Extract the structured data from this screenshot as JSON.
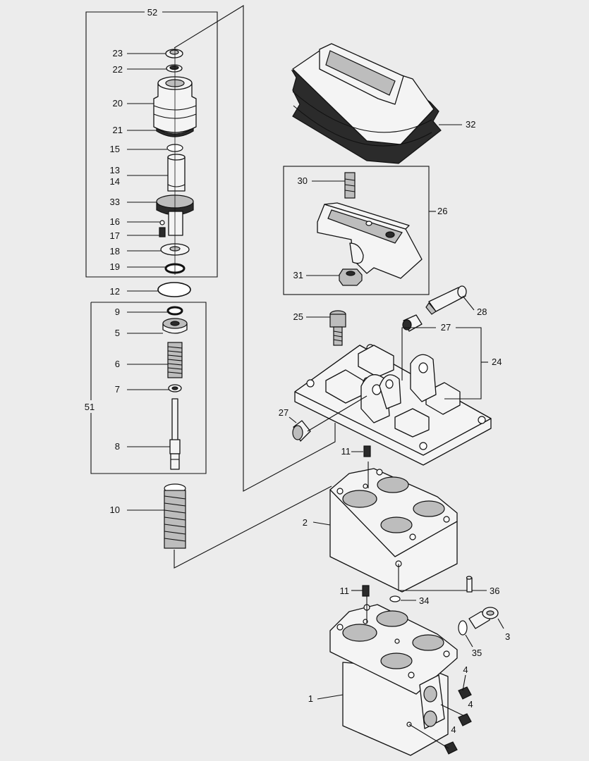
{
  "callouts": {
    "c52": "52",
    "c23": "23",
    "c22": "22",
    "c20": "20",
    "c21": "21",
    "c15": "15",
    "c13": "13",
    "c14": "14",
    "c33": "33",
    "c16": "16",
    "c17": "17",
    "c18": "18",
    "c19": "19",
    "c12": "12",
    "c9": "9",
    "c5": "5",
    "c6": "6",
    "c7": "7",
    "c51": "51",
    "c8": "8",
    "c10": "10",
    "c32": "32",
    "c30": "30",
    "c26": "26",
    "c31": "31",
    "c25": "25",
    "c28": "28",
    "c27a": "27",
    "c24": "24",
    "c27b": "27",
    "c11a": "11",
    "c2": "2",
    "c36": "36",
    "c11b": "11",
    "c34": "34",
    "c3": "3",
    "c35": "35",
    "c4a": "4",
    "c1": "1",
    "c4b": "4",
    "c4c": "4"
  }
}
